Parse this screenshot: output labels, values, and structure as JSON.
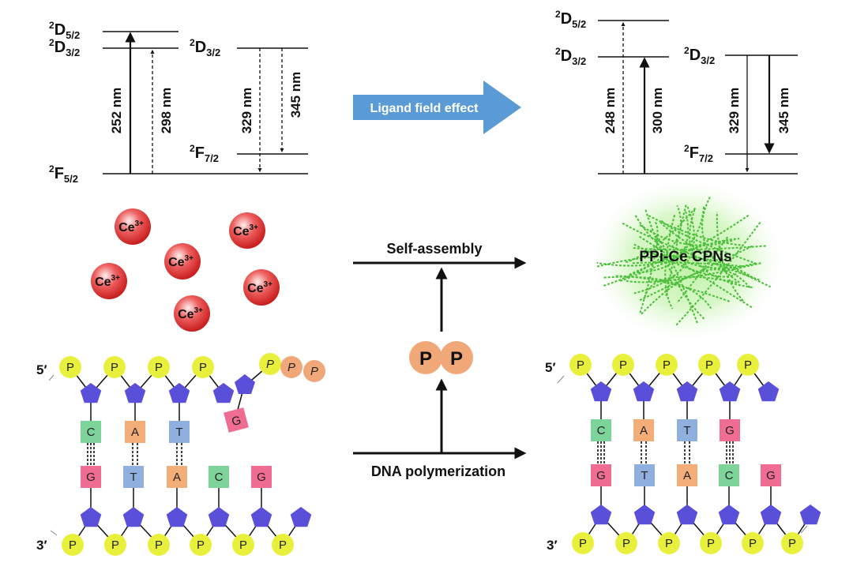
{
  "energy_left": {
    "levels": {
      "d52": {
        "sup": "2",
        "main": "D",
        "sub": "5/2"
      },
      "d32": {
        "sup": "2",
        "main": "D",
        "sub": "3/2"
      },
      "f52": {
        "sup": "2",
        "main": "F",
        "sub": "5/2"
      },
      "d32_right": {
        "sup": "2",
        "main": "D",
        "sub": "3/2"
      },
      "f72": {
        "sup": "2",
        "main": "F",
        "sub": "7/2"
      }
    },
    "transitions": [
      "252 nm",
      "298 nm",
      "329 nm",
      "345 nm"
    ]
  },
  "energy_right": {
    "levels": {
      "d52": {
        "sup": "2",
        "main": "D",
        "sub": "5/2"
      },
      "d32": {
        "sup": "2",
        "main": "D",
        "sub": "3/2"
      },
      "d32_right": {
        "sup": "2",
        "main": "D",
        "sub": "3/2"
      },
      "f72": {
        "sup": "2",
        "main": "F",
        "sub": "7/2"
      }
    },
    "transitions": [
      "248 nm",
      "300 nm",
      "329 nm",
      "345 nm"
    ]
  },
  "ligand_arrow_label": "Ligand field effect",
  "ions": {
    "label": "Ce",
    "charge": "3+",
    "count": 6
  },
  "self_assembly_label": "Self-assembly",
  "dna_polymerization_label": "DNA polymerization",
  "product_label": "PPi-Ce CPNs",
  "pyrophosphate": [
    "P",
    "P"
  ],
  "phosphate_label": "P",
  "strand_ends": {
    "five_prime": "5′",
    "three_prime": "3′"
  },
  "dna_left": {
    "top_bases": [
      "C",
      "A",
      "T"
    ],
    "bottom_bases": [
      "G",
      "T",
      "A",
      "C",
      "G"
    ],
    "free_nucleotide": {
      "base": "G",
      "phosphates": [
        "P",
        "P",
        "P"
      ]
    }
  },
  "dna_right": {
    "top_bases": [
      "C",
      "A",
      "T",
      "G"
    ],
    "bottom_bases": [
      "G",
      "T",
      "A",
      "C",
      "G"
    ]
  },
  "colors": {
    "arrow_blue": "#5b9bd5",
    "ion_red": "#e03030",
    "phosphate_yellow": "#e8f03c",
    "sugar_purple": "#5a4fd8",
    "base_C": "#7ed39a",
    "base_A": "#f2ad78",
    "base_T": "#8fb0de",
    "base_G": "#ef6c92",
    "pp_orange": "#f0a878",
    "network_green": "#5fcf4a"
  }
}
